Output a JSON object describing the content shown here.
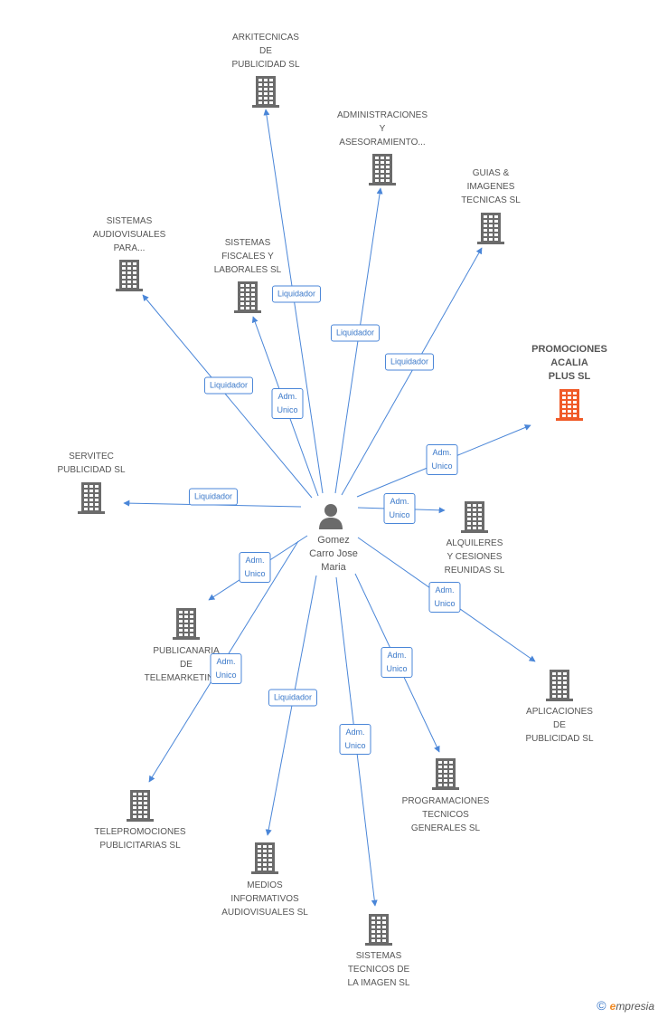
{
  "colors": {
    "edge": "#4a86d8",
    "building": "#6b6b6b",
    "highlight_building": "#f05a28",
    "person": "#6b6b6b"
  },
  "center": {
    "name": "Gomez\nCarro Jose\nMaria",
    "icon": "person-icon"
  },
  "nodes": [
    {
      "id": "arkitecnicas",
      "name": "ARKITECNICAS\nDE\nPUBLICIDAD SL",
      "highlight": false,
      "icon": "building-icon"
    },
    {
      "id": "administraciones",
      "name": "ADMINISTRACIONES\nY\nASESORAMIENTO...",
      "highlight": false,
      "icon": "building-icon"
    },
    {
      "id": "guias",
      "name": "GUIAS &\nIMAGENES\nTECNICAS SL",
      "highlight": false,
      "icon": "building-icon"
    },
    {
      "id": "sistemas-audiovisuales",
      "name": "SISTEMAS\nAUDIOVISUALES\nPARA...",
      "highlight": false,
      "icon": "building-icon"
    },
    {
      "id": "sistemas-fiscales",
      "name": "SISTEMAS\nFISCALES Y\nLABORALES SL",
      "highlight": false,
      "icon": "building-icon"
    },
    {
      "id": "promociones-acalia",
      "name": "PROMOCIONES\nACALIA\nPLUS SL",
      "highlight": true,
      "icon": "building-icon"
    },
    {
      "id": "servitec",
      "name": "SERVITEC\nPUBLICIDAD SL",
      "highlight": false,
      "icon": "building-icon"
    },
    {
      "id": "alquileres",
      "name": "ALQUILERES\nY CESIONES\nREUNIDAS SL",
      "highlight": false,
      "icon": "building-icon"
    },
    {
      "id": "publicanaria",
      "name": "PUBLICANARIA\nDE\nTELEMARKETING...",
      "highlight": false,
      "icon": "building-icon"
    },
    {
      "id": "aplicaciones",
      "name": "APLICACIONES\nDE\nPUBLICIDAD SL",
      "highlight": false,
      "icon": "building-icon"
    },
    {
      "id": "programaciones",
      "name": "PROGRAMACIONES\nTECNICOS\nGENERALES SL",
      "highlight": false,
      "icon": "building-icon"
    },
    {
      "id": "telepromociones",
      "name": "TELEPROMOCIONES\nPUBLICITARIAS SL",
      "highlight": false,
      "icon": "building-icon"
    },
    {
      "id": "medios",
      "name": "MEDIOS\nINFORMATIVOS\nAUDIOVISUALES SL",
      "highlight": false,
      "icon": "building-icon"
    },
    {
      "id": "sistemas-tecnicos",
      "name": "SISTEMAS\nTECNICOS DE\nLA IMAGEN SL",
      "highlight": false,
      "icon": "building-icon"
    }
  ],
  "edges": [
    {
      "to": "arkitecnicas",
      "label": "Liquidador"
    },
    {
      "to": "administraciones",
      "label": "Liquidador"
    },
    {
      "to": "guias",
      "label": "Liquidador"
    },
    {
      "to": "sistemas-audiovisuales",
      "label": "Liquidador"
    },
    {
      "to": "sistemas-fiscales",
      "label": "Adm.\nUnico"
    },
    {
      "to": "promociones-acalia",
      "label": "Adm.\nUnico"
    },
    {
      "to": "servitec",
      "label": "Liquidador"
    },
    {
      "to": "alquileres",
      "label": "Adm.\nUnico"
    },
    {
      "to": "publicanaria",
      "label": "Adm.\nUnico"
    },
    {
      "to": "aplicaciones",
      "label": "Adm.\nUnico"
    },
    {
      "to": "programaciones",
      "label": "Adm.\nUnico"
    },
    {
      "to": "telepromociones",
      "label": "Adm.\nUnico"
    },
    {
      "to": "medios",
      "label": "Liquidador"
    },
    {
      "to": "sistemas-tecnicos",
      "label": "Adm.\nUnico"
    }
  ],
  "footer": {
    "copyright": "©",
    "brand_e": "e",
    "brand_rest": "mpresia"
  }
}
